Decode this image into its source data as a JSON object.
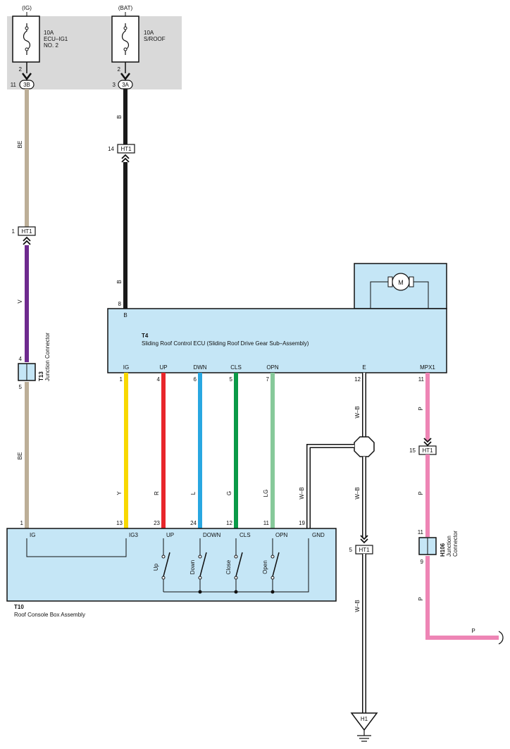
{
  "fuse_box": {
    "ig_source": "(IG)",
    "bat_source": "(BAT)",
    "fuse1": {
      "amp": "10A",
      "name_line1": "ECU–IG1",
      "name_line2": "NO. 2",
      "pin": "2",
      "conn_pin": "11",
      "conn": "3B"
    },
    "fuse2": {
      "amp": "10A",
      "name_line1": "S/ROOF",
      "pin": "2",
      "conn_pin": "3",
      "conn": "3A"
    }
  },
  "wires": {
    "be": "BE",
    "v": "V",
    "b": "B",
    "y": "Y",
    "r": "R",
    "l": "L",
    "g": "G",
    "lg": "LG",
    "wb": "W–B",
    "p": "P"
  },
  "colors": {
    "beige": "#BCAE97",
    "violet": "#6E2A8E",
    "black": "#1a1a1a",
    "yellow": "#F8D800",
    "red": "#E8262B",
    "blue": "#29A7E1",
    "green": "#0A9A48",
    "light_green": "#86C99A",
    "pink": "#EE85B5",
    "box_fill": "#C5E6F6",
    "fusebox_fill": "#D9D9D9"
  },
  "connectors": {
    "ht1_a": {
      "label": "HT1",
      "pin": "14"
    },
    "ht1_b": {
      "label": "HT1",
      "pin": "1"
    },
    "ht1_c": {
      "label": "HT1",
      "pin": "15"
    },
    "ht1_d": {
      "label": "HT1",
      "pin": "5"
    },
    "t13": {
      "code": "T13",
      "name": "Junction Connector",
      "pin_top": "4",
      "pin_bottom": "5"
    },
    "h106": {
      "code": "H106",
      "name_line1": "Junction",
      "name_line2": "Connector",
      "pin_top": "11",
      "pin_bottom": "9"
    },
    "ground": "H1"
  },
  "motor": {
    "label": "M"
  },
  "ecu": {
    "code": "T4",
    "name": "Sliding Roof Control ECU (Sliding Roof Drive Gear Sub–Assembly)",
    "b_terminal": "B",
    "b_pin": "8",
    "terminals": [
      {
        "name": "IG",
        "pin": "1"
      },
      {
        "name": "UP",
        "pin": "4"
      },
      {
        "name": "DWN",
        "pin": "6"
      },
      {
        "name": "CLS",
        "pin": "5"
      },
      {
        "name": "OPN",
        "pin": "7"
      },
      {
        "name": "E",
        "pin": "12"
      },
      {
        "name": "MPX1",
        "pin": "11"
      }
    ]
  },
  "console": {
    "code": "T10",
    "name": "Roof Console Box Assembly",
    "terminals": [
      {
        "name": "IG",
        "pin": "1"
      },
      {
        "name": "IG3",
        "pin": "13"
      },
      {
        "name": "UP",
        "pin": "23"
      },
      {
        "name": "DOWN",
        "pin": "24"
      },
      {
        "name": "CLS",
        "pin": "12"
      },
      {
        "name": "OPN",
        "pin": "11"
      },
      {
        "name": "GND",
        "pin": "19"
      }
    ],
    "switches": [
      "Up",
      "Down",
      "Close",
      "Open"
    ]
  }
}
